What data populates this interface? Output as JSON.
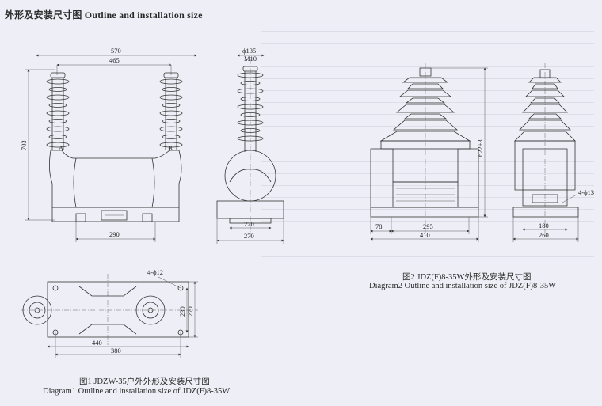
{
  "header": {
    "title": "外形及安装尺寸图 Outline and installation size"
  },
  "diagram1": {
    "caption_cn": "图1  JDZW-35户外外形及安装尺寸图",
    "caption_en": "Diagram1  Outline and installation size of  JDZ(F)8-35W",
    "front": {
      "dim_total_width": "570",
      "dim_terminal_span": "465",
      "dim_height": "703",
      "dim_base": "290",
      "terminal_a": "A",
      "terminal_b": "B"
    },
    "side": {
      "dim_top": "ϕ135",
      "dim_thread": "M10",
      "dim_base_inner": "220",
      "dim_base_outer": "270"
    },
    "plan": {
      "dim_holes": "4-ϕ12",
      "dim_length_outer": "440",
      "dim_length_inner": "380",
      "dim_width_inner": "230",
      "dim_width_outer": "270"
    }
  },
  "diagram2": {
    "caption_cn": "图2  JDZ(F)8-35W外形及安装尺寸图",
    "caption_en": "Diagram2  Outline and installation size of JDZ(F)8-35W",
    "front": {
      "dim_height": "622±3",
      "dim_left": "78",
      "dim_mid": "295",
      "dim_total": "410"
    },
    "side": {
      "dim_holes": "4-ϕ13",
      "dim_inner": "180",
      "dim_outer": "260"
    }
  }
}
